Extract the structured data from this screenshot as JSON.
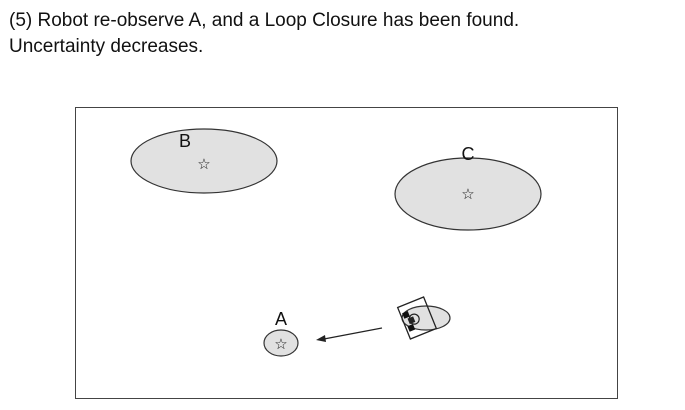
{
  "caption": {
    "line1": "(5) Robot re-observe A, and a Loop Closure has been found.",
    "line2": "Uncertainty decreases."
  },
  "landmarks": [
    {
      "label": "B",
      "symbol": "☆"
    },
    {
      "label": "C",
      "symbol": "☆"
    },
    {
      "label": "A",
      "symbol": "☆"
    }
  ],
  "colors": {
    "ellipse_fill": "#e1e1e1",
    "stroke": "#333333"
  }
}
